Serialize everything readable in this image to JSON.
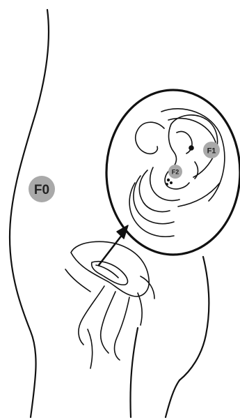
{
  "labels": {
    "f0": "F0",
    "f1": "F1",
    "f2": "F2"
  },
  "colors": {
    "line": "#111111",
    "badge_fill": "#a9a9a9",
    "background": "#ffffff"
  }
}
